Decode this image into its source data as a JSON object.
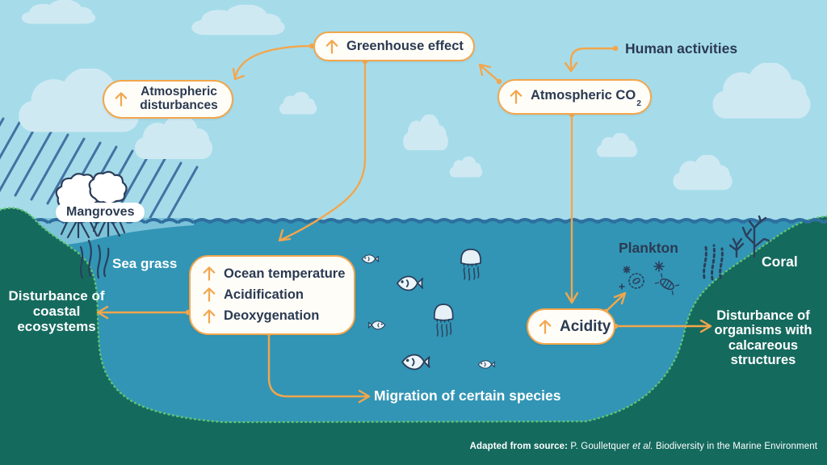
{
  "nodes": {
    "greenhouse_effect": {
      "label": "Greenhouse effect"
    },
    "atmospheric_disturbances": {
      "label": "Atmospheric disturbances"
    },
    "atmospheric_co2": {
      "label": "Atmospheric CO",
      "subscript": "2"
    },
    "ocean_effects": {
      "items": [
        "Ocean temperature",
        "Acidification",
        "Deoxygenation"
      ]
    },
    "acidity": {
      "label": "Acidity"
    }
  },
  "labels": {
    "human_activities": "Human activities",
    "mangroves": "Mangroves",
    "sea_grass": "Sea grass",
    "plankton": "Plankton",
    "coral": "Coral",
    "migration": "Migration of certain species",
    "disturbance_coastal": "Disturbance of coastal ecosystems",
    "disturbance_organisms": "Disturbance of organisms with calcareous structures"
  },
  "attribution": {
    "prefix": "Adapted from source:",
    "source": "P. Goulletquer",
    "et_al": "et al.",
    "work": "Biodiversity in the Marine Environment"
  },
  "icons": {
    "increase_arrow": "↑"
  },
  "colors": {
    "sky": "#a6dcea",
    "cloud": "#cfe9f3",
    "ocean": "#3295b5",
    "shallow": "#7cc3d9",
    "waterline": "#2f6f9f",
    "land": "#156a5e",
    "land_edge": "#5ec471",
    "accent_orange": "#f3a64c",
    "text_navy": "#2b3a52",
    "box_bg": "#fffdf8",
    "rain": "#4173a2"
  }
}
